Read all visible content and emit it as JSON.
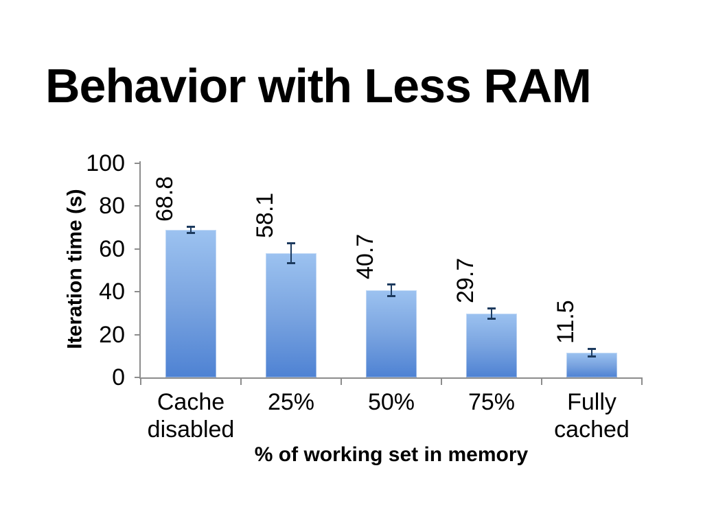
{
  "slide": {
    "title": "Behavior with Less RAM"
  },
  "chart_data": {
    "type": "bar",
    "title": "Behavior with Less RAM",
    "categories": [
      "Cache\ndisabled",
      "25%",
      "50%",
      "75%",
      "Fully\ncached"
    ],
    "values": [
      68.8,
      58.1,
      40.7,
      29.7,
      11.5
    ],
    "data_labels": [
      "68.8",
      "58.1",
      "40.7",
      "29.7",
      "11.5"
    ],
    "error_bars_plus_minus": [
      1.9,
      5.1,
      3.2,
      2.9,
      2.2
    ],
    "xlabel": "% of working set in memory",
    "ylabel": "Iteration time (s)",
    "ylim": [
      0,
      100
    ],
    "yticks": [
      0,
      20,
      40,
      60,
      80,
      100
    ],
    "grid": false,
    "legend": "none",
    "value_labels_rotated_90": true,
    "colors": {
      "bar_gradient_top": "#9cc2f0",
      "bar_gradient_bottom": "#4e82d3",
      "error_bar": "#1c3a5e",
      "axis": "#8c8c8c",
      "text": "#000000",
      "background": "#ffffff"
    }
  }
}
